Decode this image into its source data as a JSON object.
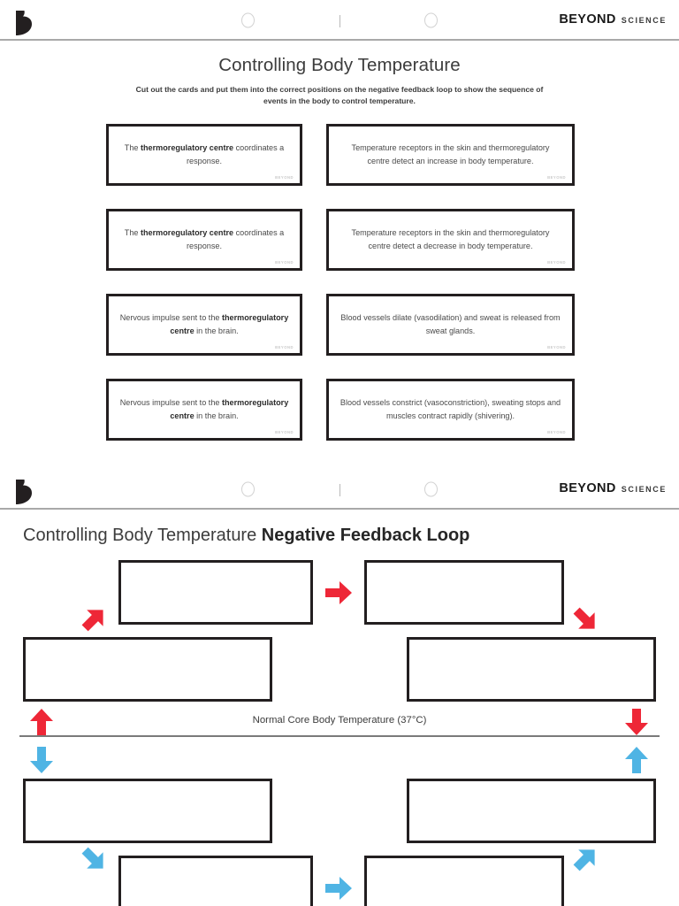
{
  "brand": {
    "logo_icon": "beyond-b-logo-icon",
    "name_primary": "BEYOND",
    "name_secondary": "SCIENCE",
    "watermark": "BEYOND"
  },
  "colors": {
    "red": "#EE2737",
    "blue": "#4FB4E4",
    "box_border": "#231F20",
    "text": "#4A4A4A",
    "rule": "#7A7A7A"
  },
  "page1": {
    "title": "Controlling Body Temperature",
    "instructions": "Cut out the cards and put them into the correct positions on the negative feedback loop to show the sequence of events in the body to control temperature.",
    "cards": [
      {
        "id": "card-coordinates-response-1",
        "column": "left",
        "row": 0,
        "prefix": "The ",
        "bold": "thermoregulatory centre",
        "suffix": " coordinates a response.",
        "full_text": "The thermoregulatory centre coordinates a response."
      },
      {
        "id": "card-receptors-increase",
        "column": "right",
        "row": 0,
        "prefix": "",
        "bold": "",
        "suffix": "",
        "full_text": "Temperature receptors in the skin and thermoregulatory centre detect an increase in body temperature."
      },
      {
        "id": "card-coordinates-response-2",
        "column": "left",
        "row": 1,
        "prefix": "The ",
        "bold": "thermoregulatory centre",
        "suffix": " coordinates a response.",
        "full_text": "The thermoregulatory centre coordinates a response."
      },
      {
        "id": "card-receptors-decrease",
        "column": "right",
        "row": 1,
        "prefix": "",
        "bold": "",
        "suffix": "",
        "full_text": "Temperature receptors in the skin and thermoregulatory centre detect a decrease in body temperature."
      },
      {
        "id": "card-nervous-impulse-1",
        "column": "left",
        "row": 2,
        "prefix": "Nervous impulse sent to the ",
        "bold": "thermoregulatory centre",
        "suffix": " in the brain.",
        "full_text": "Nervous impulse sent to the thermoregulatory centre in the brain."
      },
      {
        "id": "card-vasodilation",
        "column": "right",
        "row": 2,
        "prefix": "",
        "bold": "",
        "suffix": "",
        "full_text": "Blood vessels dilate (vasodilation) and sweat is released from sweat glands."
      },
      {
        "id": "card-nervous-impulse-2",
        "column": "left",
        "row": 3,
        "prefix": "Nervous impulse sent to the ",
        "bold": "thermoregulatory centre",
        "suffix": " in the brain.",
        "full_text": "Nervous impulse sent to the thermoregulatory centre in the brain."
      },
      {
        "id": "card-vasoconstriction",
        "column": "right",
        "row": 3,
        "prefix": "",
        "bold": "",
        "suffix": "",
        "full_text": "Blood vessels constrict (vasoconstriction), sweating stops and muscles contract rapidly (shivering)."
      }
    ]
  },
  "page2": {
    "title_light": "Controlling Body Temperature ",
    "title_bold": "Negative Feedback Loop",
    "midline_label": "Normal Core Body Temperature (37°C)",
    "answer_boxes": [
      {
        "id": "box-top-left",
        "value": ""
      },
      {
        "id": "box-top-right",
        "value": ""
      },
      {
        "id": "box-upper-left",
        "value": ""
      },
      {
        "id": "box-upper-right",
        "value": ""
      },
      {
        "id": "box-lower-left",
        "value": ""
      },
      {
        "id": "box-lower-right",
        "value": ""
      },
      {
        "id": "box-bottom-left",
        "value": ""
      },
      {
        "id": "box-bottom-right",
        "value": ""
      }
    ],
    "arrows": [
      {
        "id": "arrow-red-diag-up-right",
        "color": "red",
        "direction": "up-right"
      },
      {
        "id": "arrow-red-right",
        "color": "red",
        "direction": "right"
      },
      {
        "id": "arrow-red-diag-down-right",
        "color": "red",
        "direction": "down-right"
      },
      {
        "id": "arrow-red-up",
        "color": "red",
        "direction": "up"
      },
      {
        "id": "arrow-red-down",
        "color": "red",
        "direction": "down"
      },
      {
        "id": "arrow-blue-down",
        "color": "blue",
        "direction": "down"
      },
      {
        "id": "arrow-blue-up",
        "color": "blue",
        "direction": "up"
      },
      {
        "id": "arrow-blue-diag-down-right",
        "color": "blue",
        "direction": "down-right"
      },
      {
        "id": "arrow-blue-right",
        "color": "blue",
        "direction": "right"
      },
      {
        "id": "arrow-blue-diag-up-right",
        "color": "blue",
        "direction": "up-right"
      }
    ]
  }
}
